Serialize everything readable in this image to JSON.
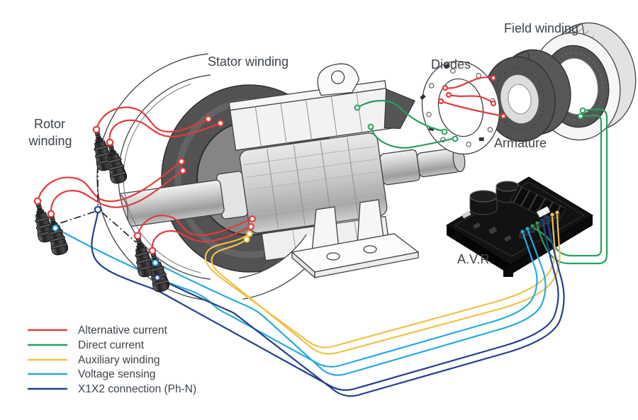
{
  "diagram": {
    "labels": {
      "rotor_line1": "Rotor",
      "rotor_line2": "winding",
      "stator_winding": "Stator winding",
      "diodes": "Diodes",
      "field_winding": "Field winding",
      "armature": "Armature",
      "avr": "A.V.R."
    },
    "legend": {
      "items": [
        {
          "label": "Alternative current",
          "color": "#e23b3c"
        },
        {
          "label": "Direct current",
          "color": "#27a05f"
        },
        {
          "label": "Auxiliary winding",
          "color": "#f0c14b"
        },
        {
          "label": "Voltage sensing",
          "color": "#29a9e1"
        },
        {
          "label": "X1X2 connection (Ph-N)",
          "color": "#21418f"
        }
      ]
    }
  },
  "colors": {
    "alternating": "#e23b3c",
    "direct": "#27a05f",
    "auxiliary": "#f0c14b",
    "sensing": "#29a9e1",
    "x1x2": "#21418f",
    "outline": "#3f4347",
    "stator_dark": "#525252",
    "text": "#3d4349",
    "background": "#ffffff"
  }
}
